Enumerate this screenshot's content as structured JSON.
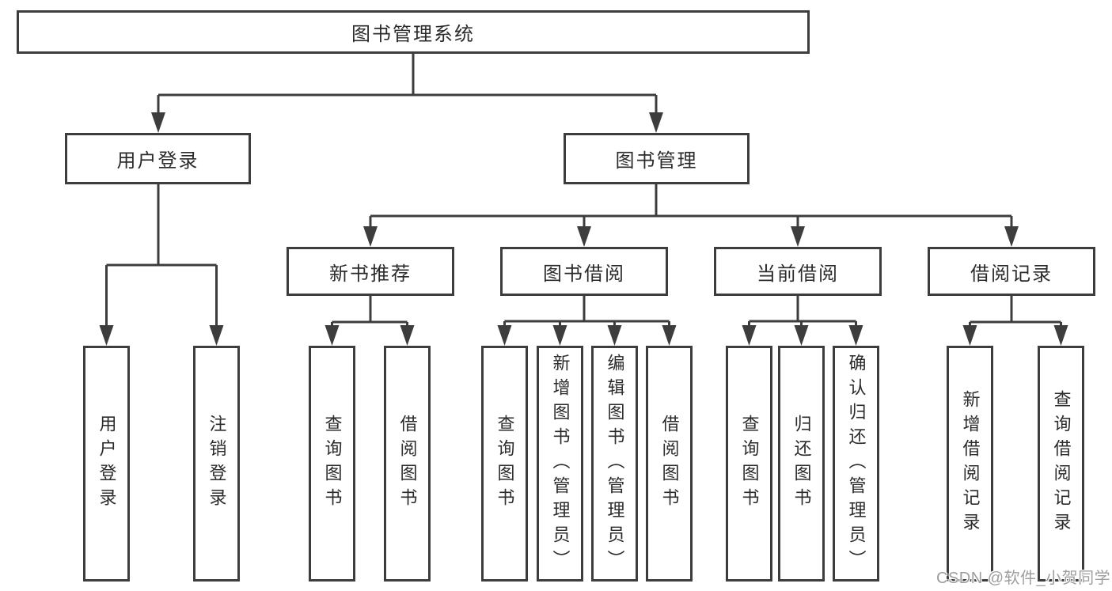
{
  "diagram": {
    "root": {
      "label": "图书管理系统"
    },
    "level2": {
      "user_login": {
        "label": "用户登录"
      },
      "book_management": {
        "label": "图书管理"
      }
    },
    "level3": {
      "new_book_recommend": {
        "label": "新书推荐"
      },
      "book_borrow": {
        "label": "图书借阅"
      },
      "current_borrow": {
        "label": "当前借阅"
      },
      "borrow_records": {
        "label": "借阅记录"
      }
    },
    "leaves": {
      "user_login": [
        "用户登录",
        "注销登录"
      ],
      "new_book_recommend": [
        "查询图书",
        "借阅图书"
      ],
      "book_borrow": [
        "查询图书",
        "新增图书（管理员）",
        "编辑图书（管理员）",
        "借阅图书"
      ],
      "current_borrow": [
        "查询图书",
        "归还图书",
        "确认归还（管理员）"
      ],
      "borrow_records": [
        "新增借阅记录",
        "查询借阅记录"
      ]
    }
  },
  "watermark": "CSDN @软件_小贺同学",
  "colors": {
    "line": "#3d3d3d",
    "text": "#2b2b2b",
    "watermark": "#9e9e9e",
    "background": "#ffffff"
  }
}
